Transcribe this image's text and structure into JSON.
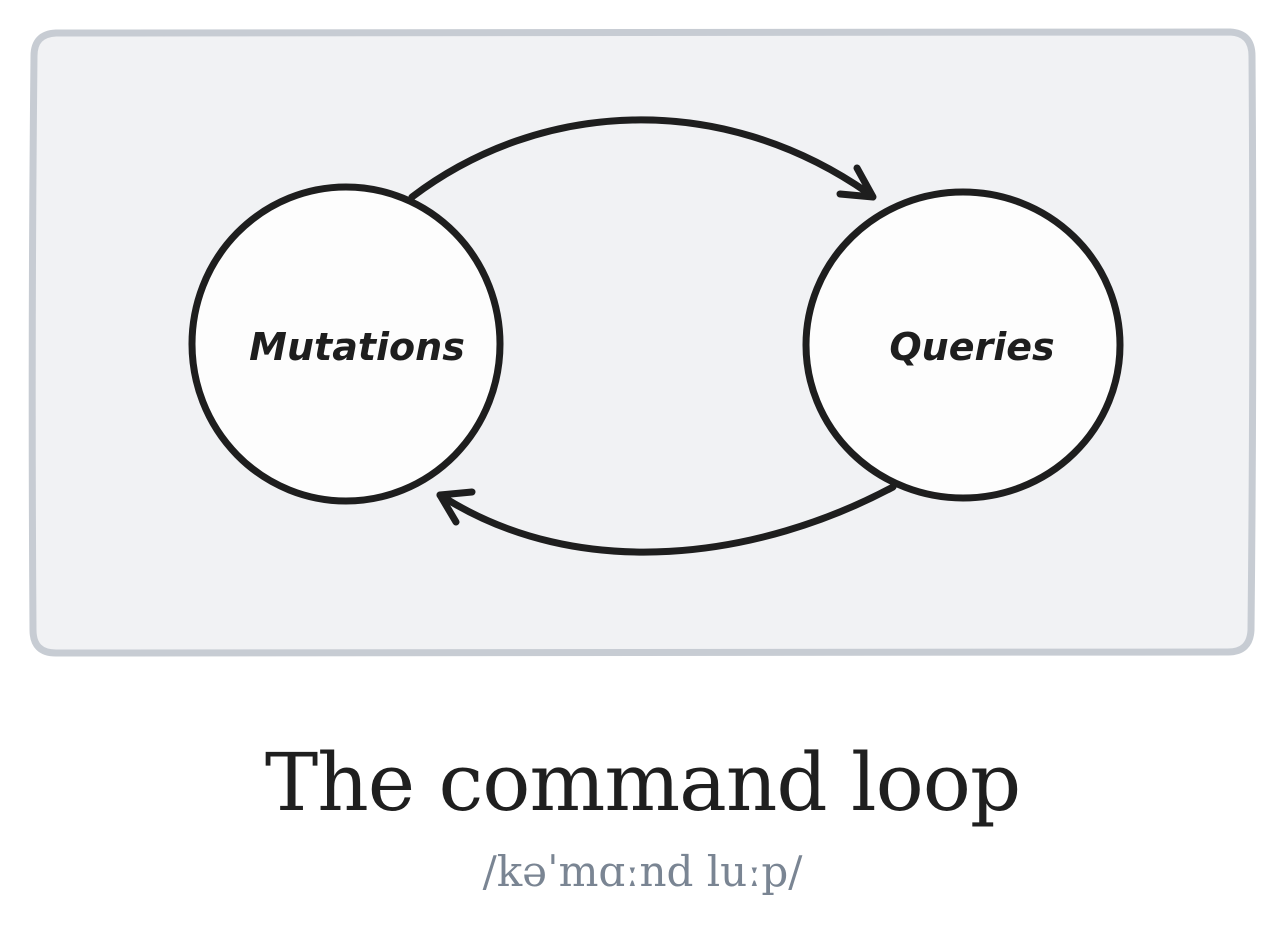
{
  "diagram": {
    "nodes": [
      {
        "id": "mutations",
        "label": "Mutations"
      },
      {
        "id": "queries",
        "label": "Queries"
      }
    ],
    "edges": [
      {
        "from": "mutations",
        "to": "queries"
      },
      {
        "from": "queries",
        "to": "mutations"
      }
    ],
    "colors": {
      "panel_fill": "#f1f2f4",
      "panel_border": "#c7ccd3",
      "node_fill": "#fdfdfd",
      "stroke": "#1e1e1e"
    }
  },
  "title": "The command loop",
  "pronunciation": "/kəˈmɑːnd luːp/"
}
